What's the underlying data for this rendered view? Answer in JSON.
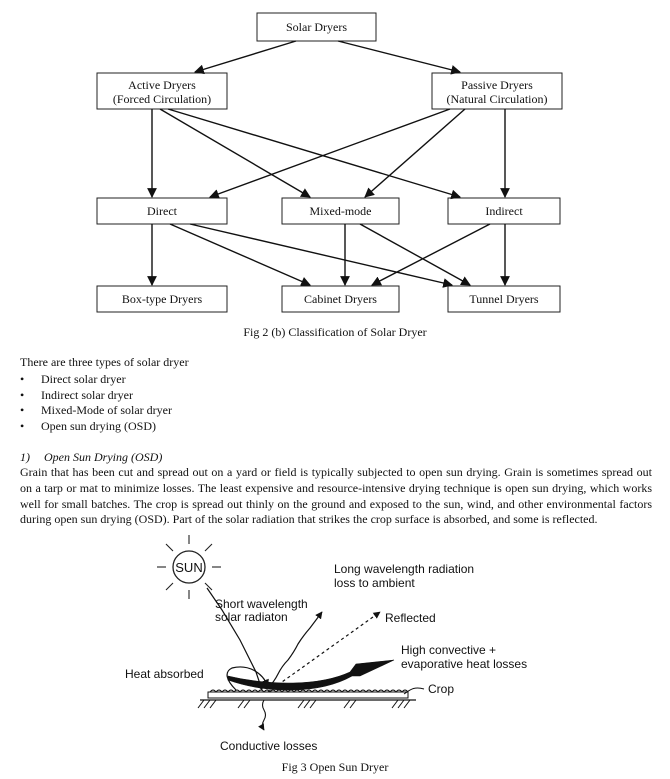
{
  "fig2": {
    "boxes": {
      "root": "Solar Dryers",
      "active_line1": "Active Dryers",
      "active_line2": "(Forced Circulation)",
      "passive_line1": "Passive Dryers",
      "passive_line2": "(Natural Circulation)",
      "direct": "Direct",
      "mixed": "Mixed-mode",
      "indirect": "Indirect",
      "boxtype": "Box-type Dryers",
      "cabinet": "Cabinet Dryers",
      "tunnel": "Tunnel Dryers"
    },
    "caption": "Fig 2 (b) Classification of Solar Dryer"
  },
  "intro": "There are three types of solar dryer",
  "bullet_glyph": "•",
  "bullets": [
    "Direct solar dryer",
    "Indirect solar dryer",
    "Mixed-Mode of solar dryer",
    "Open sun drying (OSD)"
  ],
  "section": {
    "number": "1)",
    "title": "Open Sun Drying (OSD)"
  },
  "paragraph": "Grain that has been cut and spread out on a yard or field is typically subjected to open sun drying. Grain is sometimes spread out on a tarp or mat to minimize losses. The least expensive and resource-intensive drying technique is open sun drying, which works well for small batches. The crop is spread out thinly on the ground and exposed to the sun, wind, and other environmental factors during open sun drying (OSD). Part of the solar radiation that strikes the crop surface is absorbed, and some is reflected.",
  "fig3": {
    "sun": "SUN",
    "short_wave_line1": "Short wavelength",
    "short_wave_line2": "solar radiaton",
    "long_wave_line1": "Long wavelength radiation",
    "long_wave_line2": "loss to ambient",
    "reflected": "Reflected",
    "convective_line1": "High convective +",
    "convective_line2": "evaporative heat losses",
    "heat_absorbed": "Heat absorbed",
    "crop": "Crop",
    "conductive": "Conductive losses",
    "caption": "Fig 3 Open Sun Dryer"
  }
}
